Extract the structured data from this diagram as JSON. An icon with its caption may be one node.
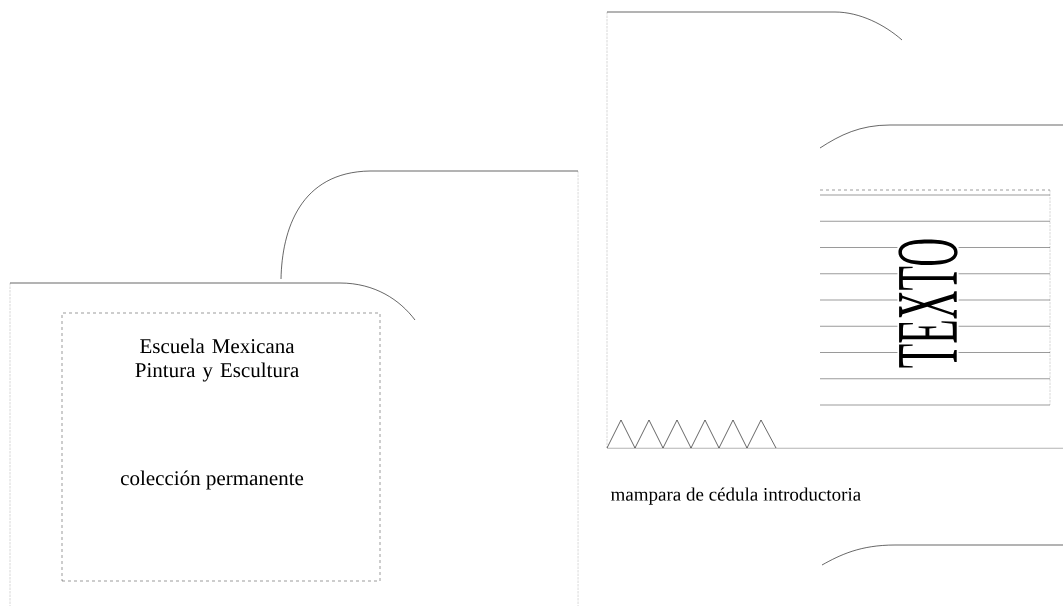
{
  "diagram": {
    "nodes": [
      {
        "text": [],
        "shape": "box"
      },
      {
        "text": [],
        "shape": "box"
      },
      {
        "text": [
          "Escuela Mexicana Pintura y Escultura",
          "colección permanente"
        ],
        "in": 1
      },
      {
        "text": [],
        "shape": "box",
        "beside": [
          "mampara de cédula introductoria"
        ]
      },
      {
        "text": [
          "TEXTO"
        ],
        "in": 3
      }
    ]
  }
}
